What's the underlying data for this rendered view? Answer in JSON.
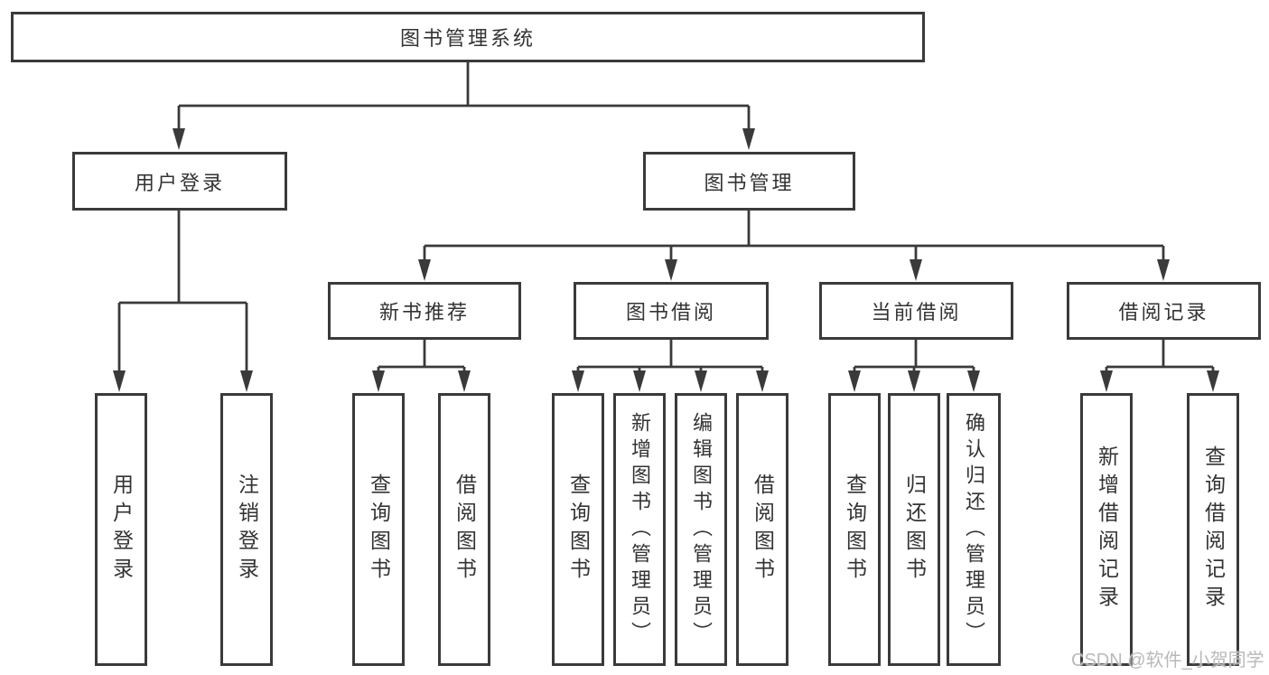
{
  "diagram": {
    "title": "图书管理系统",
    "watermark": "CSDN @软件_小贺同学",
    "colors": {
      "line": "#3a3a3a",
      "text": "#333333",
      "background": "#ffffff",
      "watermark": "#b9b9b9"
    },
    "nodes": {
      "root": {
        "label": "图书管理系统"
      },
      "user_login": {
        "label": "用户登录"
      },
      "book_mgmt": {
        "label": "图书管理"
      },
      "new_books": {
        "label": "新书推荐"
      },
      "book_borrow": {
        "label": "图书借阅"
      },
      "current_borrow": {
        "label": "当前借阅"
      },
      "borrow_records": {
        "label": "借阅记录"
      },
      "leaf_user_login": {
        "label": "用户登录"
      },
      "leaf_logout": {
        "label": "注销登录"
      },
      "leaf_nb_search": {
        "label": "查询图书"
      },
      "leaf_nb_borrow": {
        "label": "借阅图书"
      },
      "leaf_bb_search": {
        "label": "查询图书"
      },
      "leaf_bb_add": {
        "label": "新增图书（管理员）"
      },
      "leaf_bb_edit": {
        "label": "编辑图书（管理员）"
      },
      "leaf_bb_borrow": {
        "label": "借阅图书"
      },
      "leaf_cb_search": {
        "label": "查询图书"
      },
      "leaf_cb_return": {
        "label": "归还图书"
      },
      "leaf_cb_confirm": {
        "label": "确认归还（管理员）"
      },
      "leaf_br_add": {
        "label": "新增借阅记录"
      },
      "leaf_br_search": {
        "label": "查询借阅记录"
      }
    }
  }
}
